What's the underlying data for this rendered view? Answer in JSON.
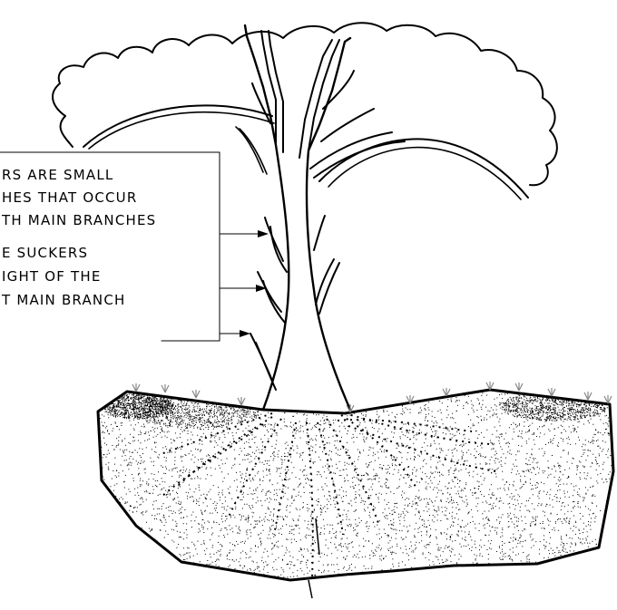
{
  "annotation": {
    "note1": [
      "RS   ARE SMALL",
      "HES THAT OCCUR",
      "TH MAIN BRANCHES"
    ],
    "note2": [
      "E SUCKERS",
      "IGHT OF THE",
      "T MAIN BRANCH"
    ]
  },
  "colors": {
    "ink": "#000000",
    "background": "#ffffff",
    "grass": "#888888"
  }
}
